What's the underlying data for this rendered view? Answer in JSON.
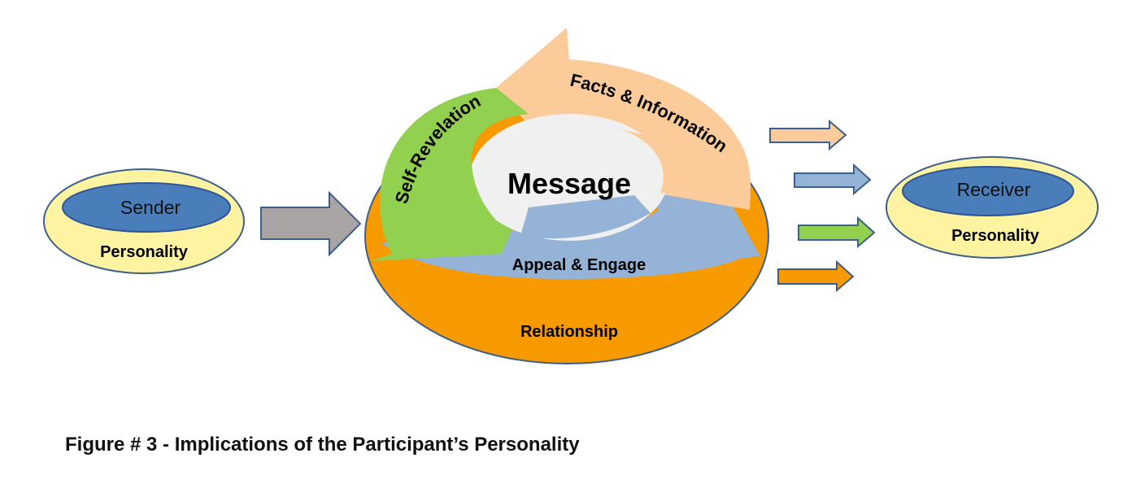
{
  "sender": {
    "label": "Sender",
    "sublabel": "Personality"
  },
  "receiver": {
    "label": "Receiver",
    "sublabel": "Personality"
  },
  "center": {
    "title": "Message",
    "facts": "Facts & Information",
    "self_revelation": "Self-Revelation",
    "appeal": "Appeal & Engage",
    "relationship": "Relationship"
  },
  "caption": "Figure # 3  -  Implications of the Participant’s Personality",
  "colors": {
    "outer_ellipse": "#fef3a0",
    "inner_ellipse": "#4a7ebb",
    "relationship": "#f79a00",
    "facts": "#fbcb9a",
    "self_revelation": "#92d050",
    "appeal": "#95b3d7",
    "center": "#f0f0f0",
    "gray_arrow": "#aaa4a4",
    "stroke": "#3d5f8c"
  },
  "output_arrows": [
    "facts-arrow",
    "appeal-arrow",
    "self-revelation-arrow",
    "relationship-arrow"
  ]
}
